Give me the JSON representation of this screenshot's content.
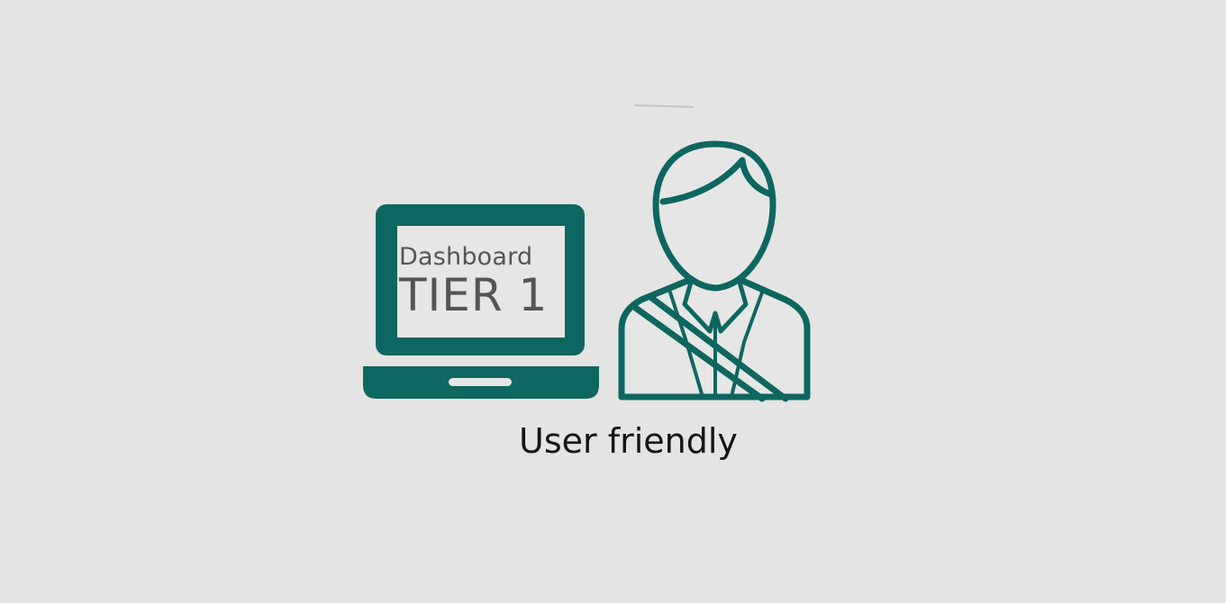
{
  "laptop": {
    "screen_title": "Dashboard",
    "screen_tier": "TIER 1"
  },
  "caption": "User friendly",
  "icons": [
    "laptop-icon",
    "user-icon"
  ],
  "colors": {
    "background": "#e4e4e4",
    "accent": "#0e6660",
    "screen": "#e6e6e6",
    "screen_text": "#555555",
    "caption": "#151515"
  }
}
